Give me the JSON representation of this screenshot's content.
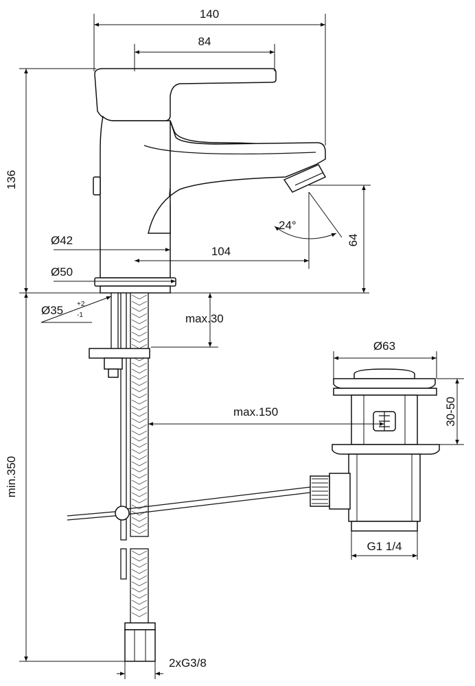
{
  "dimensions": {
    "overall_width": "140",
    "lever_length": "84",
    "height": "136",
    "spout_reach": "104",
    "spout_height": "64",
    "spout_angle": "24°",
    "body_diameter": "Ø42",
    "base_diameter": "Ø50",
    "hole_diameter": "Ø35",
    "hole_tolerance_upper": "+2",
    "hole_tolerance_lower": "-1",
    "deck_thickness": "max.30",
    "hose_length": "min.350",
    "waste_reach": "max.150",
    "waste_diameter": "Ø63",
    "waste_height": "30-50",
    "waste_thread": "G1 1/4",
    "hose_thread": "2xG3/8"
  },
  "colors": {
    "line": "#111111",
    "background": "#ffffff"
  }
}
